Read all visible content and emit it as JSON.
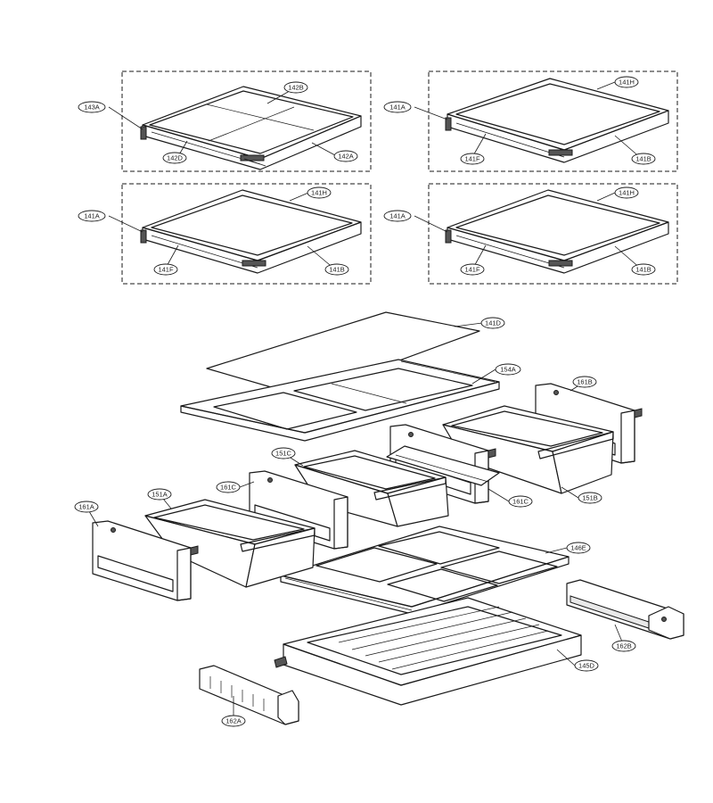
{
  "labels": {
    "l143A": "143A",
    "l142B": "142B",
    "l142D": "142D",
    "l142A": "142A",
    "l141A_tr": "141A",
    "l141H_tr": "141H",
    "l141F_tr": "141F",
    "l141B_tr": "141B",
    "l141A_ml": "141A",
    "l141H_ml": "141H",
    "l141F_ml": "141F",
    "l141B_ml": "141B",
    "l141A_mr": "141A",
    "l141H_mr": "141H",
    "l141F_mr": "141F",
    "l141B_mr": "141B",
    "l141D": "141D",
    "l154A": "154A",
    "l161B": "161B",
    "l151C": "151C",
    "l161C_l": "161C",
    "l161C_r": "161C",
    "l151B": "151B",
    "l151A": "151A",
    "l161A": "161A",
    "l146E": "146E",
    "l162B": "162B",
    "l145D": "145D",
    "l162A": "162A"
  }
}
